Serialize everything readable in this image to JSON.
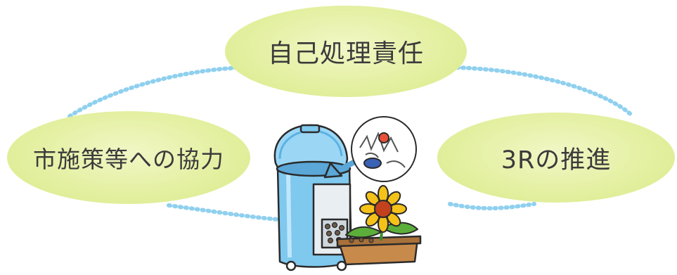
{
  "diagram": {
    "nodes": [
      {
        "id": "top",
        "label": "自己処理責任"
      },
      {
        "id": "left",
        "label": "市施策等への協力"
      },
      {
        "id": "right",
        "label": "3Rの推進"
      }
    ],
    "connector_style": "dotted",
    "colors": {
      "bubble_fill": "#e4f0a2",
      "dots": "#8fd0ee",
      "composter_body": "#7fc8ee",
      "flower_petals": "#f5c21a",
      "planter": "#c88a4a"
    },
    "illustration": {
      "items": [
        "composter-icon",
        "food-scraps-icon",
        "sunflower-icon",
        "planter-icon"
      ]
    }
  }
}
